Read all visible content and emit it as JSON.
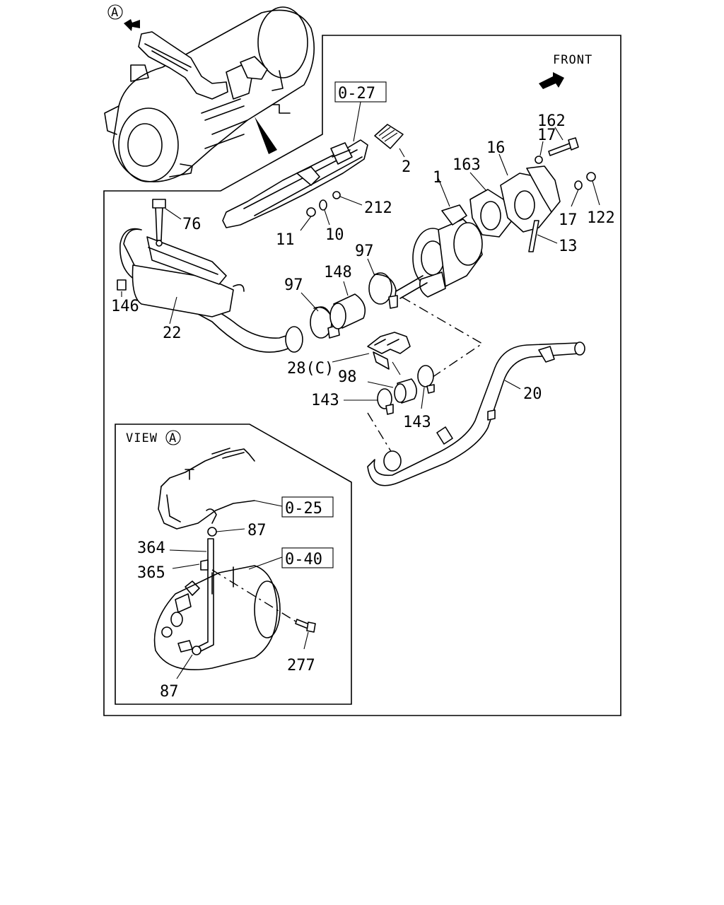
{
  "diagram": {
    "front_label": "FRONT",
    "view_letter": "A",
    "view_prefix": "VIEW",
    "references": {
      "r027": "0-27",
      "r025": "0-25",
      "r040": "0-40"
    },
    "parts": {
      "p1": "1",
      "p2": "2",
      "p10": "10",
      "p11": "11",
      "p13": "13",
      "p16": "16",
      "p17a": "17",
      "p17b": "17",
      "p20": "20",
      "p22": "22",
      "p28": "28(C)",
      "p76": "76",
      "p87a": "87",
      "p87b": "87",
      "p97a": "97",
      "p97b": "97",
      "p98": "98",
      "p122": "122",
      "p143a": "143",
      "p143b": "143",
      "p146": "146",
      "p148": "148",
      "p162": "162",
      "p163": "163",
      "p212": "212",
      "p277": "277",
      "p364": "364",
      "p365": "365"
    }
  }
}
